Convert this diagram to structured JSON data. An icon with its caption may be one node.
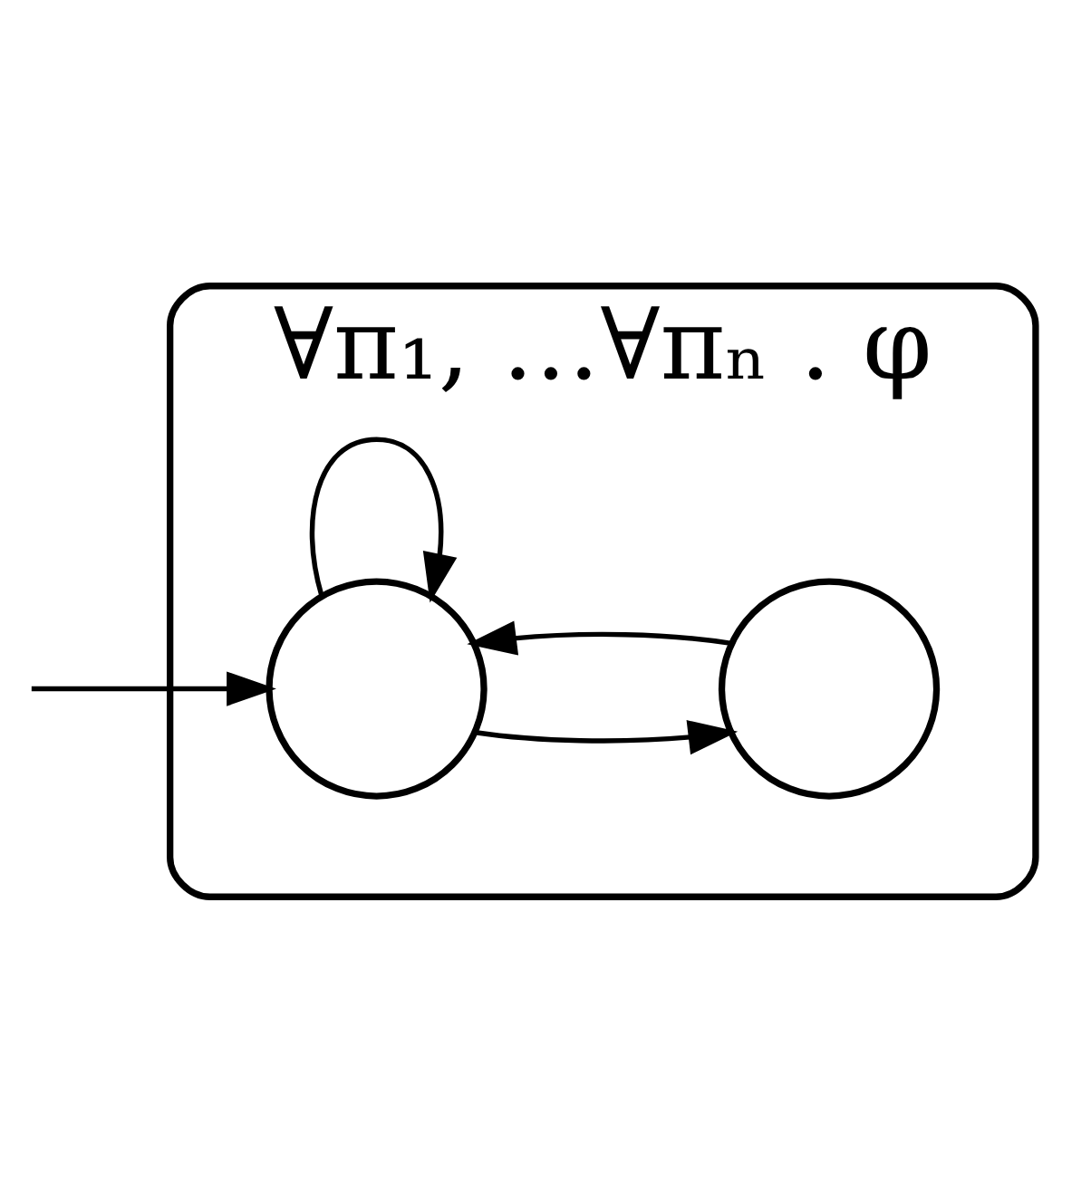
{
  "diagram": {
    "nodes": [
      {
        "text": [
          "∀π₁, …∀πₙ . φ"
        ]
      },
      {
        "text": [],
        "shape": "circle",
        "in": 0
      },
      {
        "text": [],
        "shape": "circle",
        "in": 0
      }
    ],
    "edges": [
      {
        "from": null,
        "to": 1,
        "arrow": "to"
      },
      {
        "from": 1,
        "to": 1,
        "arrow": "to"
      },
      {
        "from": 1,
        "to": 2,
        "arrow": "to"
      },
      {
        "from": 2,
        "to": 1,
        "arrow": "to"
      }
    ]
  }
}
